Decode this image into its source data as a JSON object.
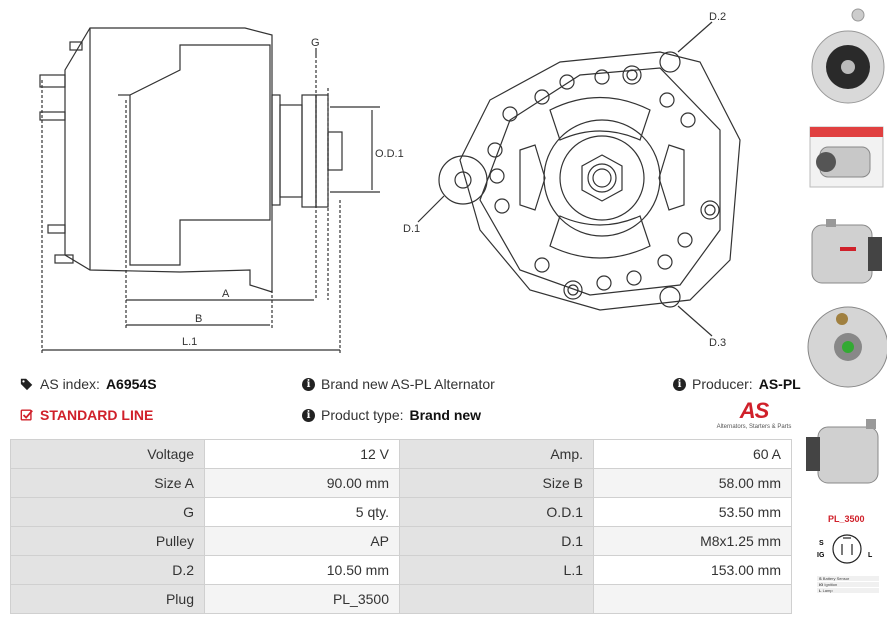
{
  "drawing": {
    "label_g": "G",
    "label_od1": "O.D.1",
    "label_a": "A",
    "label_b": "B",
    "label_l1": "L.1",
    "label_d1": "D.1",
    "label_d2": "D.2",
    "label_d3": "D.3"
  },
  "info": {
    "as_index_label": "AS index:",
    "as_index_value": "A6954S",
    "standard_line": "STANDARD LINE",
    "brand_text": "Brand new AS-PL Alternator",
    "product_type_label": "Product type:",
    "product_type_value": "Brand new",
    "producer_label": "Producer:",
    "producer_value": "AS-PL"
  },
  "logo": {
    "mark": "AS",
    "tagline": "Alternators, Starters & Parts"
  },
  "specs": [
    [
      "Voltage",
      "12 V",
      "Amp.",
      "60 A"
    ],
    [
      "Size A",
      "90.00 mm",
      "Size B",
      "58.00 mm"
    ],
    [
      "G",
      "5 qty.",
      "O.D.1",
      "53.50 mm"
    ],
    [
      "Pulley",
      "AP",
      "D.1",
      "M8x1.25 mm"
    ],
    [
      "D.2",
      "10.50 mm",
      "L.1",
      "153.00 mm"
    ],
    [
      "Plug",
      "PL_3500",
      "",
      ""
    ]
  ],
  "plug": {
    "name": "PL_3500",
    "pin_s": "S",
    "pin_ig": "IG",
    "pin_l": "L",
    "legend": [
      [
        "S",
        "Battery Sensor"
      ],
      [
        "IG",
        "Ignition"
      ],
      [
        "L",
        "Lamp"
      ]
    ]
  },
  "colors": {
    "accent_red": "#d0202a",
    "label_bg": "#e3e3e3",
    "border": "#d0d0d0"
  }
}
